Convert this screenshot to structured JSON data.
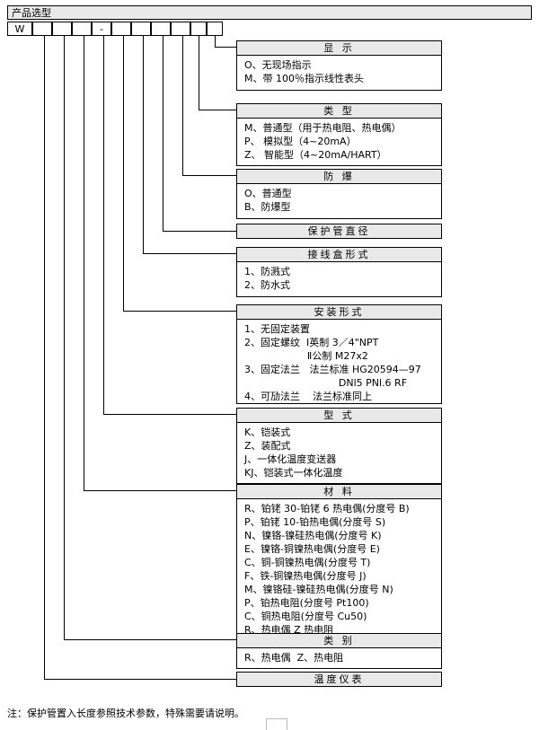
{
  "header": {
    "title": "产品选型"
  },
  "code_cells": [
    {
      "label": "W"
    },
    {
      "label": ""
    },
    {
      "label": ""
    },
    {
      "label": ""
    },
    {
      "label": "-"
    },
    {
      "label": ""
    },
    {
      "label": ""
    },
    {
      "label": ""
    },
    {
      "label": ""
    },
    {
      "label": ""
    },
    {
      "label": ""
    }
  ],
  "blocks": [
    {
      "id": "display",
      "title": "显    示",
      "lines": [
        "O、无现场指示",
        "M、带 100％指示线性表头"
      ]
    },
    {
      "id": "category-type",
      "title": "类    型",
      "lines": [
        "M、普通型（用于热电阻、热电偶）",
        "P、 模拟型（4~20mA）",
        "Z、 智能型（4~20mA/HART）"
      ]
    },
    {
      "id": "explosion-proof",
      "title": "防    爆",
      "lines": [
        "O、普通型",
        "B、防爆型"
      ]
    },
    {
      "id": "tube-diameter",
      "title": "保护管直径",
      "lines": []
    },
    {
      "id": "junction-box",
      "title": "接线盒形式",
      "lines": [
        "1、防溅式",
        "2、防水式"
      ]
    },
    {
      "id": "mounting",
      "title": "安装形式",
      "lines": [
        "1、无固定装置",
        "2、固定螺纹  Ⅰ英制 3／4\"NPT",
        "                    Ⅱ公制 M27x2",
        "3、固定法兰   法兰标准 HG20594—97",
        "                              DNl5 PNl.6 RF",
        "4、可劢法兰    法兰标准同上"
      ]
    },
    {
      "id": "model-style",
      "title": "型    式",
      "lines": [
        "K、铠装式",
        "Z、装配式",
        "J、一体化温度变送器",
        "KJ、铠装式一体化温度"
      ]
    },
    {
      "id": "material",
      "title": "材    料",
      "lines": [
        "R、铂铑 30-铂铑 6 热电偶(分度号 B)",
        "P、铂铑 10-铂热电偶(分度号 S)",
        "N、镍铬-镍硅热电偶(分度号 K)",
        "E、镍铬-铜镍热电偶(分度号 E)",
        "C、铜-铜镍热电偶(分度号 T)",
        "F、铁-铜镍热电偶(分度号 J)",
        "M、镍铬硅-镍硅热电偶(分度号 N)",
        "P、铂热电阻(分度号 Pt100)",
        "C、铜热电阻(分度号 Cu50)",
        "R、热电偶 Z 热电阻"
      ]
    },
    {
      "id": "class",
      "title": "类    别",
      "lines": [
        "R、热电偶  Z、热电阻"
      ]
    },
    {
      "id": "instrument",
      "title": "温度仪表",
      "lines": []
    }
  ],
  "note": "注：保护管置入长度参照技术参数，特殊需要请说明。"
}
